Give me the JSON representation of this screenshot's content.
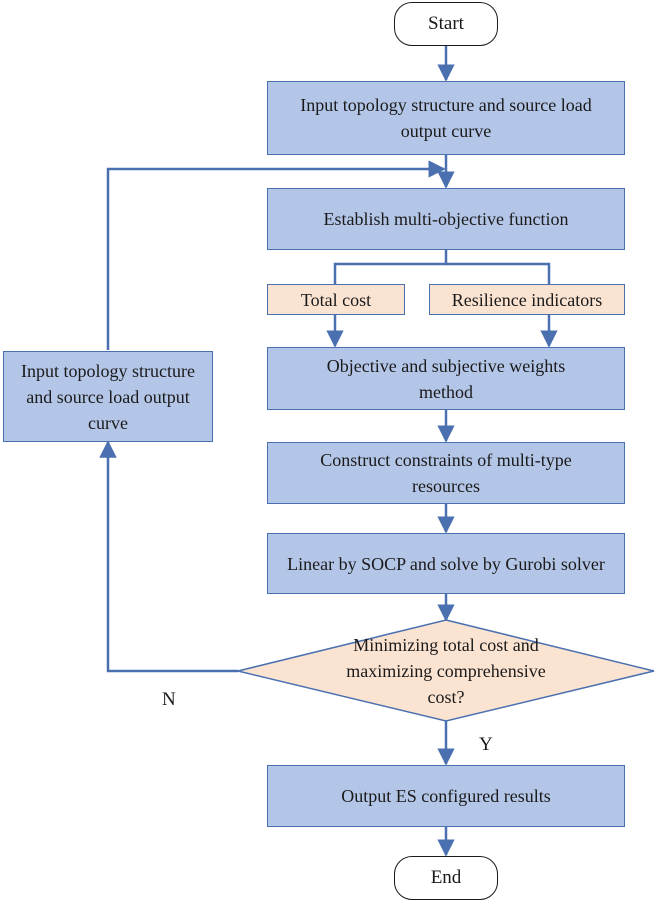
{
  "flowchart": {
    "start": "Start",
    "input_topology": "Input topology structure and source load output curve",
    "establish_objective": "Establish multi-objective function",
    "total_cost": "Total cost",
    "resilience_indicators": "Resilience indicators",
    "weights_method": "Objective and subjective weights method",
    "construct_constraints": "Construct constraints of multi-type resources",
    "linear_solve": "Linear by SOCP and solve by Gurobi solver",
    "decision": "Minimizing total cost and maximizing comprehensive cost?",
    "feedback_input": "Input topology structure and source load output curve",
    "label_no": "N",
    "label_yes": "Y",
    "output_results": "Output ES configured results",
    "end": "End"
  },
  "colors": {
    "process_fill": "#b4c6e7",
    "process_border": "#4a70b0",
    "objective_fill": "#fbe3d2",
    "connector": "#4a70b0",
    "terminal_border": "#1a1a1a"
  }
}
